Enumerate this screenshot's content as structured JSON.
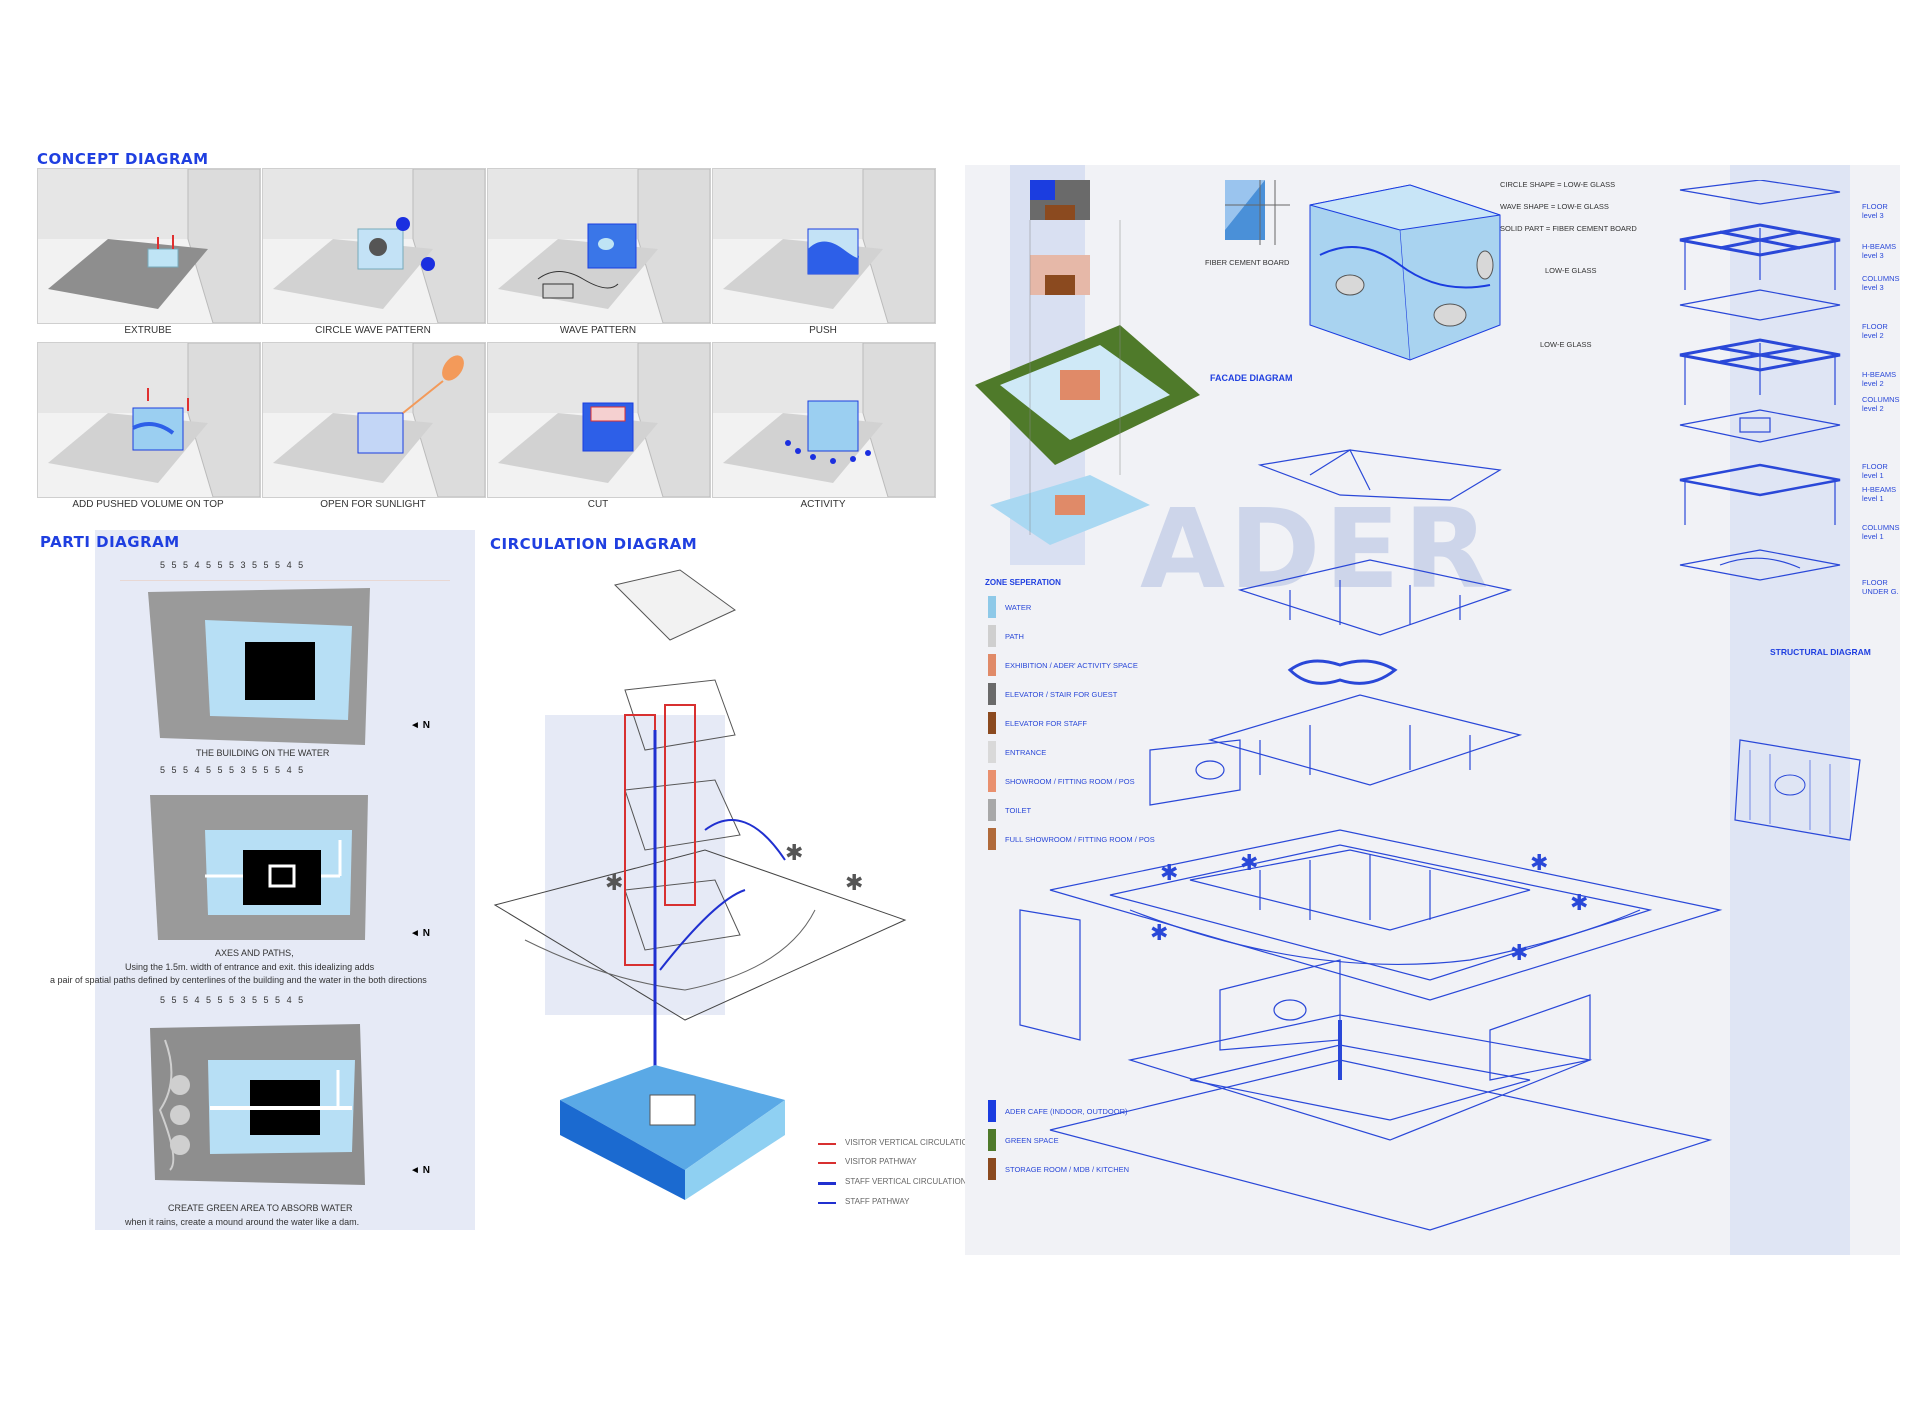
{
  "concept": {
    "title": "CONCEPT DIAGRAM",
    "panels": [
      {
        "caption": "EXTRUBE"
      },
      {
        "caption": "CIRCLE WAVE PATTERN"
      },
      {
        "caption": "WAVE PATTERN"
      },
      {
        "caption": "PUSH"
      },
      {
        "caption": "ADD PUSHED VOLUME ON TOP"
      },
      {
        "caption": "OPEN FOR SUNLIGHT"
      },
      {
        "caption": "CUT"
      },
      {
        "caption": "ACTIVITY"
      }
    ]
  },
  "parti": {
    "title": "PARTI DIAGRAM",
    "dimension_row": "5  5  5  4  5  5  5  3  5  5  5  4  5",
    "dimension_row_short": "5  5  5  4  5  5  5  3  5  5  5  4  5",
    "north": "N",
    "caption_1": "THE BUILDING ON THE WATER",
    "caption_2_title": "AXES AND PATHS,",
    "caption_2_line1": "Using the 1.5m. width of entrance and exit. this idealizing adds",
    "caption_2_line2": "a pair of spatial paths defined by centerlines of the building and the water in the both directions",
    "caption_3_title": "CREATE GREEN AREA TO ABSORB WATER",
    "caption_3_line1": "when it rains, create a mound around the water like a dam."
  },
  "circulation": {
    "title": "CIRCULATION DIAGRAM",
    "legend": [
      {
        "label": "VISITOR VERTICAL CIRCULATION",
        "color": "#d83030"
      },
      {
        "label": "VISITOR PATHWAY",
        "color": "#d83030"
      },
      {
        "label": "STAFF VERTICAL CIRCULATION",
        "color": "#2030d0"
      },
      {
        "label": "STAFF PATHWAY",
        "color": "#2030d0"
      }
    ]
  },
  "facade": {
    "title": "FACADE DIAGRAM",
    "notes": [
      "CIRCLE SHAPE = LOW-E GLASS",
      "WAVE SHAPE = LOW-E GLASS",
      "SOLID PART = FIBER CEMENT BOARD"
    ],
    "label_fiber": "FIBER CEMENT BOARD",
    "label_glass_1": "LOW-E GLASS",
    "label_glass_2": "LOW-E GLASS"
  },
  "brand": {
    "watermark": "ADER"
  },
  "zones": {
    "title": "ZONE SEPERATION",
    "items": [
      {
        "label": "WATER",
        "color": "#8ec9e8"
      },
      {
        "label": "PATH",
        "color": "#cfcfcf"
      },
      {
        "label": "EXHIBITION / ADER' ACTIVITY SPACE",
        "color": "#e08a68"
      },
      {
        "label": "ELEVATOR / STAIR FOR GUEST",
        "color": "#6a6a6a"
      },
      {
        "label": "ELEVATOR FOR STAFF",
        "color": "#8b4a1f"
      },
      {
        "label": "ENTRANCE",
        "color": "#d9d9d9"
      },
      {
        "label": "SHOWROOM / FITTING ROOM / POS",
        "color": "#e9906e"
      },
      {
        "label": "TOILET",
        "color": "#a8a8a8"
      },
      {
        "label": "FULL SHOWROOM / FITTING ROOM / POS",
        "color": "#b06a3a"
      }
    ],
    "items_lower": [
      {
        "label": "ADER CAFE (INDOOR, OUTDOOR)",
        "color": "#1b3de0"
      },
      {
        "label": "GREEN SPACE",
        "color": "#4f7a2a"
      },
      {
        "label": "STORAGE ROOM / MDB / KITCHEN",
        "color": "#8b4a1f"
      }
    ]
  },
  "structural": {
    "title": "STRUCTURAL DIAGRAM",
    "levels": [
      {
        "label": "FLOOR",
        "sub": "level 3"
      },
      {
        "label": "H-BEAMS",
        "sub": "level 3"
      },
      {
        "label": "COLUMNS",
        "sub": "level 3"
      },
      {
        "label": "FLOOR",
        "sub": "level 2"
      },
      {
        "label": "H-BEAMS",
        "sub": "level 2"
      },
      {
        "label": "COLUMNS",
        "sub": "level 2"
      },
      {
        "label": "FLOOR",
        "sub": "level 1"
      },
      {
        "label": "H-BEAMS",
        "sub": "level 1"
      },
      {
        "label": "COLUMNS",
        "sub": "level 1"
      },
      {
        "label": "FLOOR",
        "sub": "UNDER G."
      }
    ]
  },
  "colors": {
    "accent": "#1f3fe0",
    "water": "#a9d8f2",
    "sketch": "#2a48d8",
    "red": "#d83030"
  }
}
